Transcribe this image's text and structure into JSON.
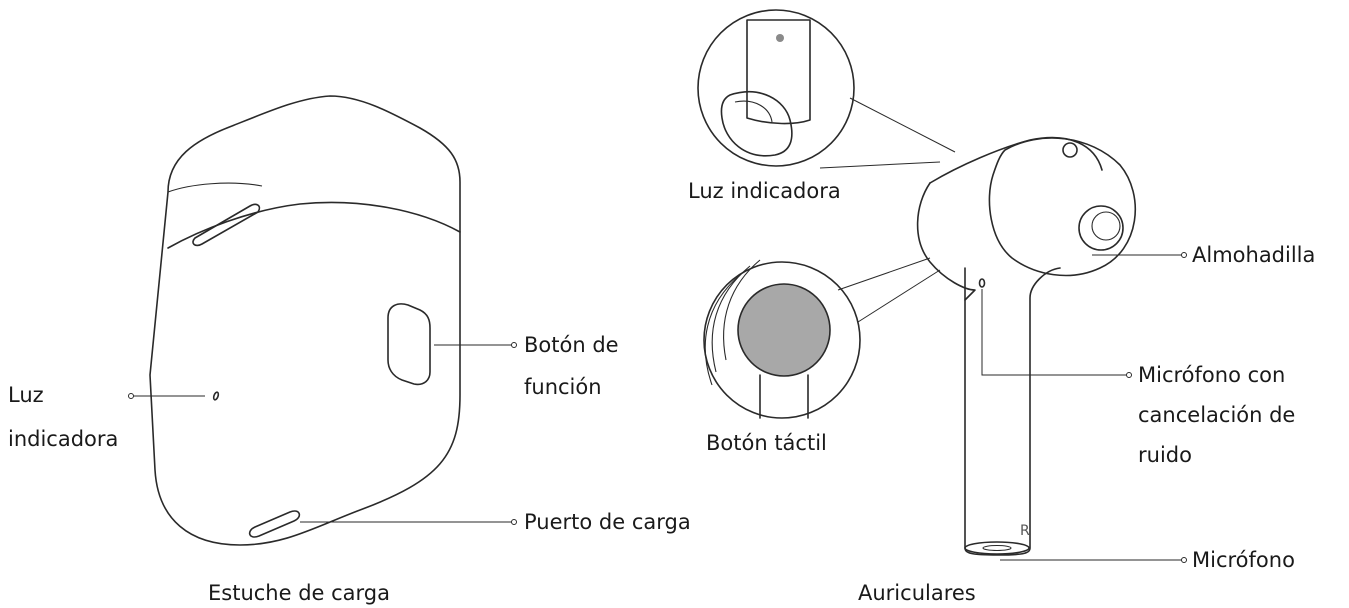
{
  "labels": {
    "case_indicator_1": "Luz",
    "case_indicator_2": "indicadora",
    "function_button_1": "Botón de",
    "function_button_2": "función",
    "charging_port": "Puerto de carga",
    "case_caption": "Estuche de carga",
    "earbud_indicator": "Luz indicadora",
    "touch_button": "Botón táctil",
    "ear_tip": "Almohadilla",
    "noise_mic_1": "Micrófono con",
    "noise_mic_2": "cancelación de",
    "noise_mic_3": "ruido",
    "microphone": "Micrófono",
    "earbuds_caption": "Auriculares",
    "side_mark": "R"
  },
  "colors": {
    "line": "#2a2a2a",
    "touch_pad": "#a8a8a8",
    "indicator_dot": "#8a8a8a"
  }
}
